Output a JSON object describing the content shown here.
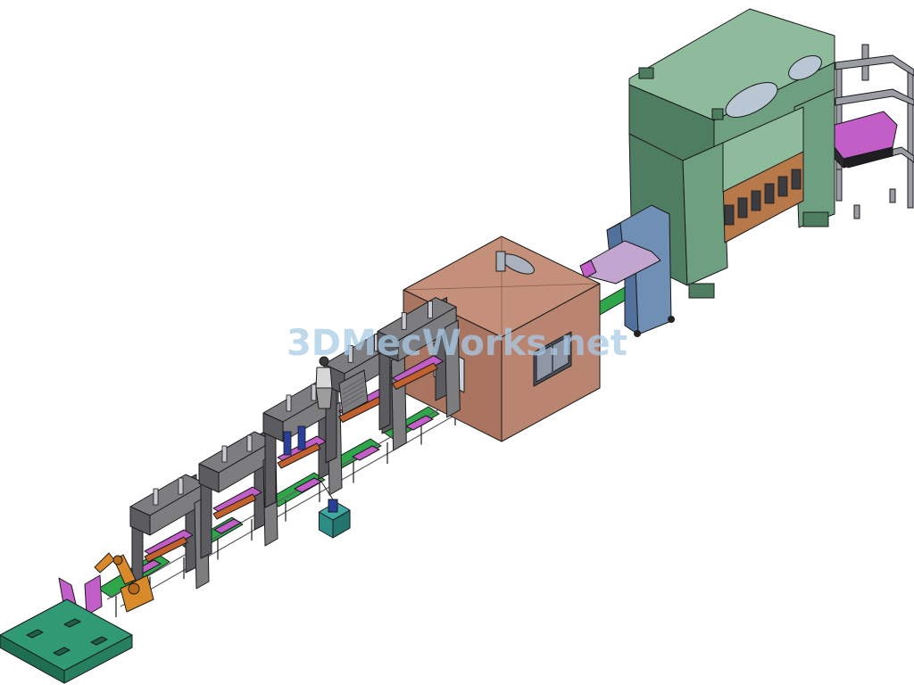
{
  "watermark": {
    "text": "3DMecWorks.net"
  },
  "colors": {
    "press_body": "#6e9f80",
    "press_dark": "#4e7d62",
    "press_light": "#8dbb9c",
    "tank": "#b9c6d4",
    "enclosure_top": "#c4907a",
    "enclosure_left": "#a97560",
    "enclosure_right": "#b98470",
    "feeder": "#6f8fb4",
    "feeder_dark": "#51709a",
    "frame": "#7d7d80",
    "frame_dark": "#5c5c60",
    "conveyor": "#2fa64a",
    "conveyor_dark": "#1f7a33",
    "part": "#c25ec8",
    "pallet": "#2f9a73",
    "robot": "#d88a2a",
    "hydraulic": "#2e8c86",
    "rack": "#9a9da3",
    "window": "#4a4f5a",
    "outline": "#1a1a1a"
  },
  "equipment": [
    {
      "id": "main-press",
      "icon": "press-machine-icon"
    },
    {
      "id": "stacker-rack",
      "icon": "rack-frame-icon"
    },
    {
      "id": "coil-feeder",
      "icon": "feeder-unit-icon"
    },
    {
      "id": "noise-enclosure",
      "icon": "enclosure-box-icon"
    },
    {
      "id": "transfer-press-1",
      "icon": "press-frame-icon"
    },
    {
      "id": "transfer-press-2",
      "icon": "press-frame-icon"
    },
    {
      "id": "transfer-press-3",
      "icon": "press-frame-icon"
    },
    {
      "id": "transfer-press-4",
      "icon": "press-frame-icon"
    },
    {
      "id": "transfer-press-5",
      "icon": "press-frame-icon"
    },
    {
      "id": "hydraulic-unit",
      "icon": "hydraulic-pump-icon"
    },
    {
      "id": "operator",
      "icon": "person-icon"
    },
    {
      "id": "robot-arm",
      "icon": "robot-arm-icon"
    },
    {
      "id": "output-pallet",
      "icon": "pallet-icon"
    }
  ]
}
